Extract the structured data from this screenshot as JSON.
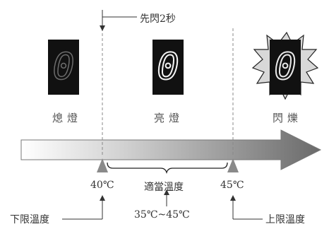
{
  "flash_note": "先閃2秒",
  "states": {
    "off": "熄燈",
    "on": "亮燈",
    "blink": "閃爍"
  },
  "digit": "0",
  "marker_low": "40℃",
  "marker_high": "45℃",
  "normal_range": "適當溫度",
  "range_values": "35℃~45℃",
  "lower_limit": "下限溫度",
  "upper_limit": "上限溫度",
  "colors": {
    "display_bg": "#111111",
    "arrow_light": "#ffffff",
    "arrow_dark": "#6a6a6a",
    "marker": "#8a8a8a"
  }
}
